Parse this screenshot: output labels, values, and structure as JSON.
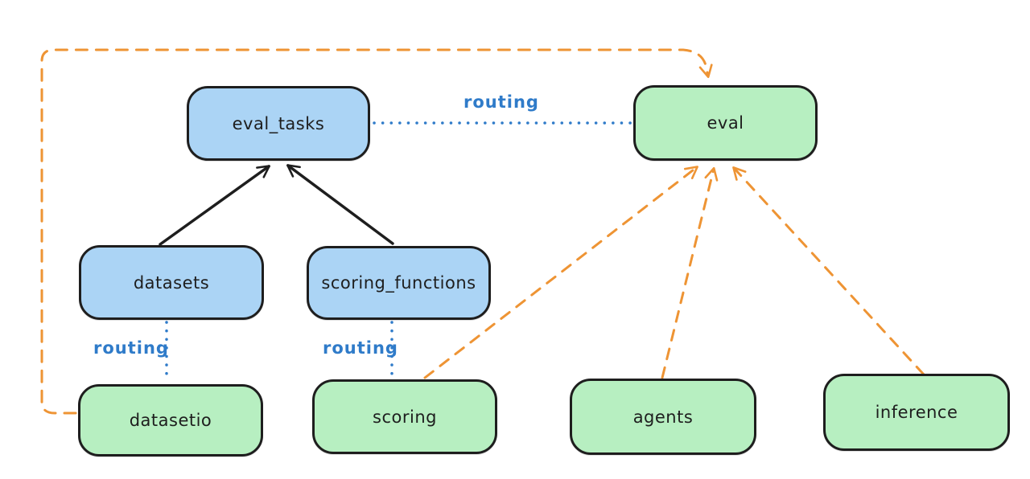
{
  "nodes": {
    "eval_tasks": {
      "label": "eval_tasks",
      "fill": "#abd4f5"
    },
    "eval": {
      "label": "eval",
      "fill": "#b7efc1"
    },
    "datasets": {
      "label": "datasets",
      "fill": "#abd4f5"
    },
    "scoring_functions": {
      "label": "scoring_functions",
      "fill": "#abd4f5"
    },
    "datasetio": {
      "label": "datasetio",
      "fill": "#b7efc1"
    },
    "scoring": {
      "label": "scoring",
      "fill": "#b7efc1"
    },
    "agents": {
      "label": "agents",
      "fill": "#b7efc1"
    },
    "inference": {
      "label": "inference",
      "fill": "#b7efc1"
    }
  },
  "edges": [
    {
      "from": "datasets",
      "to": "eval_tasks",
      "style": "solid-arrow",
      "color": "#1e1e1e",
      "label": ""
    },
    {
      "from": "scoring_functions",
      "to": "eval_tasks",
      "style": "solid-arrow",
      "color": "#1e1e1e",
      "label": ""
    },
    {
      "from": "eval_tasks",
      "to": "eval",
      "style": "dotted",
      "color": "#2f7bc9",
      "label": "routing"
    },
    {
      "from": "datasets",
      "to": "datasetio",
      "style": "dotted",
      "color": "#2f7bc9",
      "label": "routing"
    },
    {
      "from": "scoring_functions",
      "to": "scoring",
      "style": "dotted",
      "color": "#2f7bc9",
      "label": "routing"
    },
    {
      "from": "datasetio",
      "to": "eval",
      "style": "dashed-arrow",
      "color": "#ee9434",
      "label": ""
    },
    {
      "from": "scoring",
      "to": "eval",
      "style": "dashed-arrow",
      "color": "#ee9434",
      "label": ""
    },
    {
      "from": "agents",
      "to": "eval",
      "style": "dashed-arrow",
      "color": "#ee9434",
      "label": ""
    },
    {
      "from": "inference",
      "to": "eval",
      "style": "dashed-arrow",
      "color": "#ee9434",
      "label": ""
    }
  ],
  "colors": {
    "background": "#ffffff",
    "node_border": "#1e1e1e",
    "blue_node_fill": "#abd4f5",
    "green_node_fill": "#b7efc1",
    "routing_blue": "#2f7bc9",
    "dashed_orange": "#ee9434",
    "solid_arrow_black": "#1e1e1e"
  }
}
